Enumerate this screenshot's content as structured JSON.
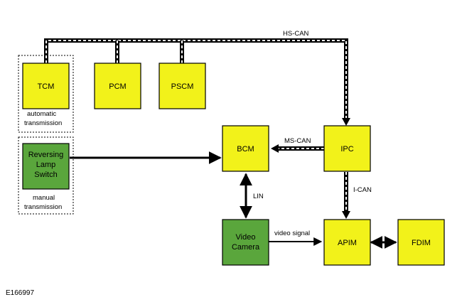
{
  "colors": {
    "module_fill": "#f2f21a",
    "switch_fill": "#5aa63c",
    "bus_dash": "#ffffff",
    "line": "#000000"
  },
  "modules": {
    "tcm": "TCM",
    "pcm": "PCM",
    "pscm": "PSCM",
    "bcm": "BCM",
    "ipc": "IPC",
    "apim": "APIM",
    "fdim": "FDIM"
  },
  "components": {
    "reversing_lamp_switch": [
      "Reversing",
      "Lamp",
      "Switch"
    ],
    "video_camera": [
      "Video",
      "Camera"
    ]
  },
  "groups": {
    "automatic": [
      "automatic",
      "transmission"
    ],
    "manual": [
      "manual",
      "transmission"
    ]
  },
  "buses": {
    "hs_can": "HS-CAN",
    "ms_can": "MS-CAN",
    "i_can": "I-CAN",
    "lin": "LIN",
    "video_signal": "video signal"
  },
  "figure_code": "E166997"
}
